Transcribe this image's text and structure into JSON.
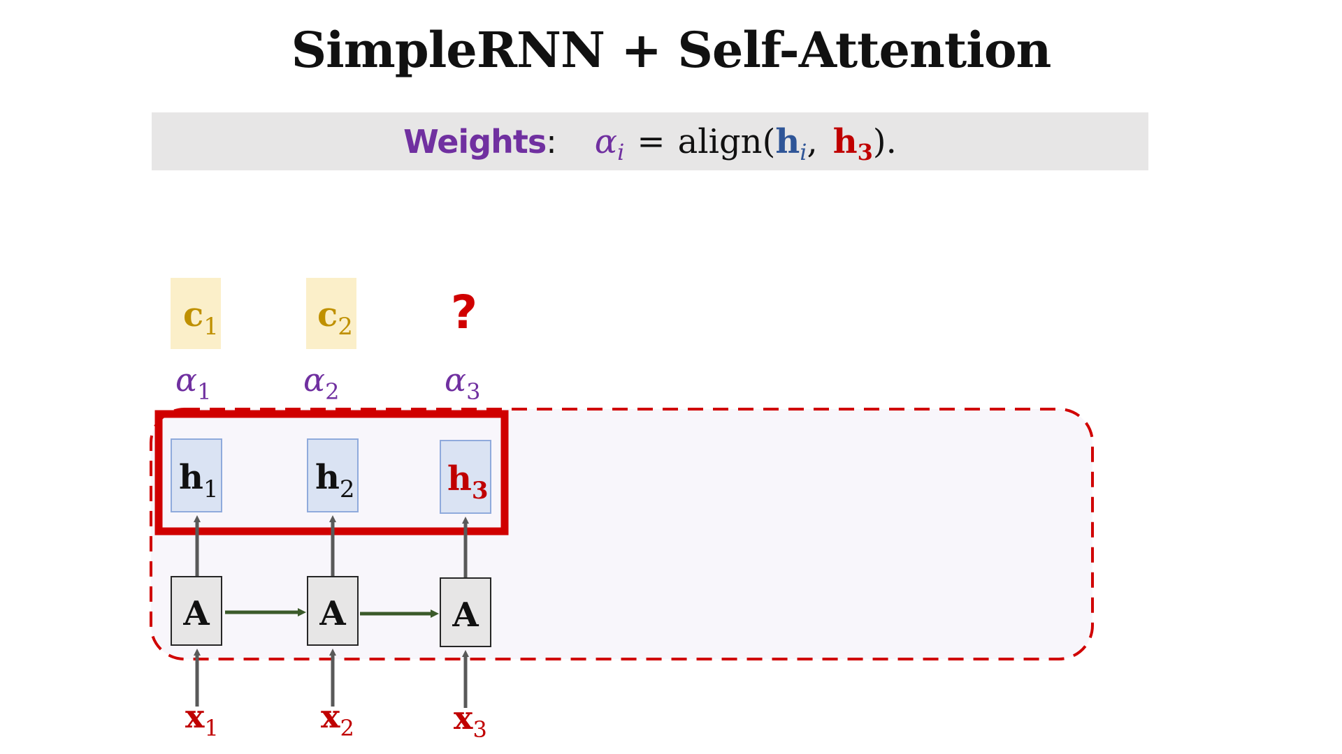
{
  "title": "SimpleRNN + Self-Attention",
  "formula": {
    "label": "Weights",
    "colon": ":",
    "alpha": "α",
    "alpha_sub": "i",
    "equals": "=",
    "func": "align(",
    "h": "h",
    "h_sub": "i",
    "comma": ",",
    "h3": "h",
    "h3_sub": "3",
    "close": ")."
  },
  "colors": {
    "purple": "#7030a0",
    "red": "#c00000",
    "blue": "#2f5597",
    "gold": "#bf9000",
    "context_bg": "#fbefc9",
    "hidden_bg": "#dae3f3",
    "hidden_border": "#8faadc",
    "cell_bg": "#e7e6e6",
    "arrow_gray": "#595959",
    "arrow_green": "#3b5a2a",
    "region_bg": "#f8f6fb"
  },
  "diagram": {
    "contexts": [
      {
        "letter": "c",
        "sub": "1"
      },
      {
        "letter": "c",
        "sub": "2"
      },
      {
        "question": "?"
      }
    ],
    "alphas": [
      {
        "symbol": "α",
        "sub": "1"
      },
      {
        "symbol": "α",
        "sub": "2"
      },
      {
        "symbol": "α",
        "sub": "3"
      }
    ],
    "hidden": [
      {
        "letter": "h",
        "sub": "1"
      },
      {
        "letter": "h",
        "sub": "2"
      },
      {
        "letter": "h",
        "sub": "3"
      }
    ],
    "cells": [
      {
        "label": "A"
      },
      {
        "label": "A"
      },
      {
        "label": "A"
      }
    ],
    "inputs": [
      {
        "letter": "x",
        "sub": "1"
      },
      {
        "letter": "x",
        "sub": "2"
      },
      {
        "letter": "x",
        "sub": "3"
      }
    ]
  }
}
